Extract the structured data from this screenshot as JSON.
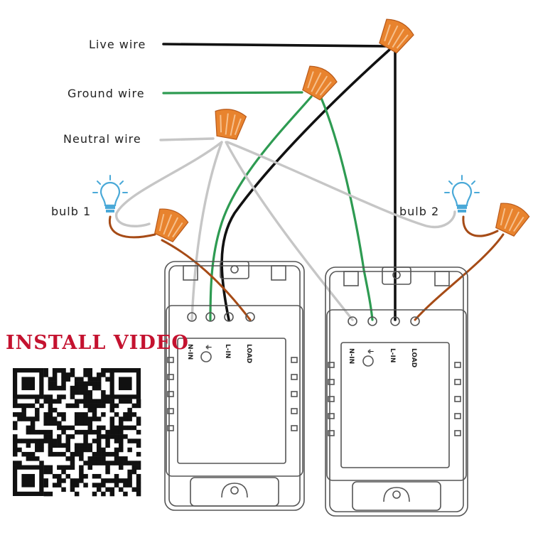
{
  "labels": {
    "live": "Live  wire",
    "ground": "Ground wire",
    "neutral": "Neutral wire",
    "bulb1": "bulb 1",
    "bulb2": "bulb 2",
    "install_video": "INSTALL VIDEO"
  },
  "switch_terminals": [
    "N-IN",
    "⏚",
    "L-IN",
    "LOAD"
  ],
  "colors": {
    "live": "#111111",
    "ground": "#2e9b52",
    "neutral": "#c6c6c6",
    "load": "#a64b16",
    "connector": "#e8832e",
    "bulb": "#4aa9d8",
    "install_video": "#c4122f"
  },
  "icons": [
    "bulb-icon",
    "wire-connector-icon",
    "qr-code-icon",
    "ground-symbol-icon"
  ]
}
